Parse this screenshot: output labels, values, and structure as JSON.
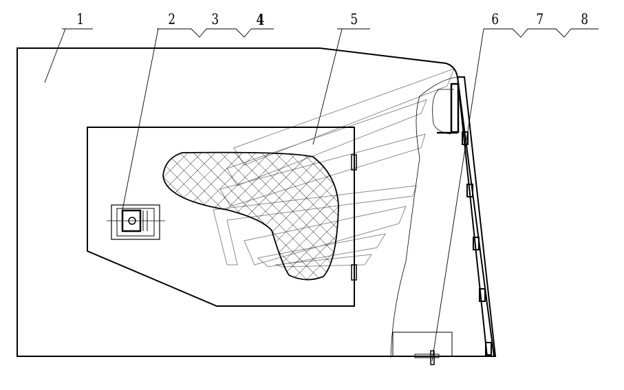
{
  "callouts": [
    "1",
    "2",
    "3",
    "4",
    "5",
    "6",
    "7",
    "8"
  ],
  "colors": {
    "line": "#000000",
    "logo": "#8a8a8a",
    "hatch": "#000000"
  }
}
